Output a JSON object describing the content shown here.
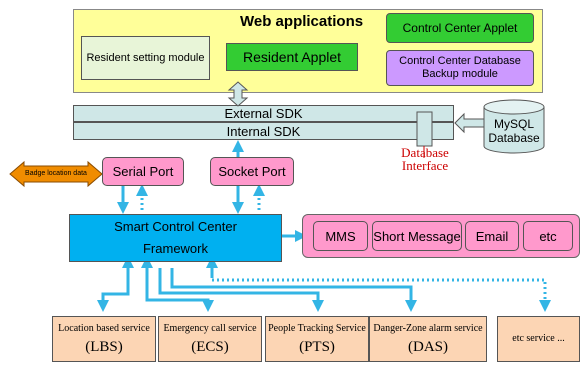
{
  "web_apps": {
    "title": "Web applications",
    "resident_setting": "Resident setting module",
    "resident_applet": "Resident Applet",
    "control_center_applet": "Control Center Applet",
    "db_backup_line1": "Control Center Database",
    "db_backup_line2": "Backup module"
  },
  "sdk": {
    "external": "External SDK",
    "internal": "Internal SDK"
  },
  "database": {
    "line1": "MySQL",
    "line2": "Database"
  },
  "db_interface": {
    "line1": "Database",
    "line2": "Interface"
  },
  "badge_location": "Badge location data",
  "ports": {
    "serial": "Serial Port",
    "socket": "Socket Port"
  },
  "framework": {
    "line1": "Smart Control Center",
    "line2": "Framework"
  },
  "messaging": [
    "MMS",
    "Short Message",
    "Email",
    "etc"
  ],
  "services": [
    {
      "name": "Location based service",
      "abbr": "(LBS)"
    },
    {
      "name": "Emergency call service",
      "abbr": "(ECS)"
    },
    {
      "name": "People Tracking Service",
      "abbr": "(PTS)"
    },
    {
      "name": "Danger-Zone alarm service",
      "abbr": "(DAS)"
    },
    {
      "name": "etc service ...",
      "abbr": ""
    }
  ],
  "colors": {
    "web_bg": "#ffff99",
    "applet_green": "#33cc33",
    "backup_purple": "#cc99ff",
    "sdk_teal": "#cfe7e7",
    "port_pink": "#ff99cc",
    "framework_blue": "#00b0f0",
    "service_peach": "#fcd5b4",
    "badge_orange": "#f08c00",
    "arrow_blue": "#33b5e5",
    "interface_red": "#cc0000"
  }
}
